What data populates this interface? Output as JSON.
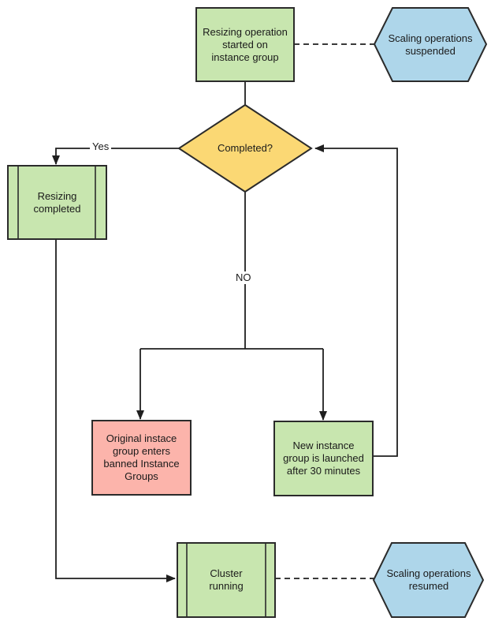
{
  "diagram": {
    "type": "flowchart",
    "nodes": {
      "start": {
        "label": "Resizing operation\nstarted on\ninstance group",
        "shape": "process"
      },
      "suspended": {
        "label": "Scaling operations\nsuspended",
        "shape": "hexagon"
      },
      "completed": {
        "label": "Completed?",
        "shape": "decision"
      },
      "resizing_completed": {
        "label": "Resizing\ncompleted",
        "shape": "predefined-process"
      },
      "banned": {
        "label": "Original instace\ngroup enters\nbanned Instance\nGroups",
        "shape": "process"
      },
      "new_group": {
        "label": "New instance\ngroup is launched\nafter 30 minutes",
        "shape": "process"
      },
      "cluster": {
        "label": "Cluster\nrunning",
        "shape": "predefined-process"
      },
      "resumed": {
        "label": "Scaling operations\nresumed",
        "shape": "hexagon"
      }
    },
    "edge_labels": {
      "yes": "Yes",
      "no": "NO"
    },
    "colors": {
      "green": "#c8e6af",
      "yellow": "#fbd874",
      "red": "#fcb4ab",
      "blue": "#aed6ea",
      "stroke": "#2b2b2b",
      "line": "#1f1f1f",
      "background": "#ffffff"
    }
  }
}
